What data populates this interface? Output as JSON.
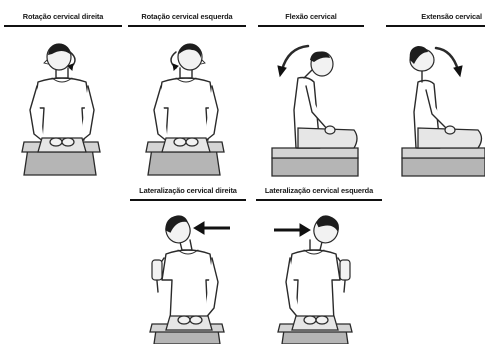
{
  "panels": [
    {
      "caption": "Rotação cervical direita"
    },
    {
      "caption": "Rotação cervical esquerda"
    },
    {
      "caption": "Flexão cervical"
    },
    {
      "caption": "Extensão cervical"
    },
    {
      "caption": "Lateralização cervical direita"
    },
    {
      "caption": "Lateralização cervical esquerda"
    }
  ]
}
